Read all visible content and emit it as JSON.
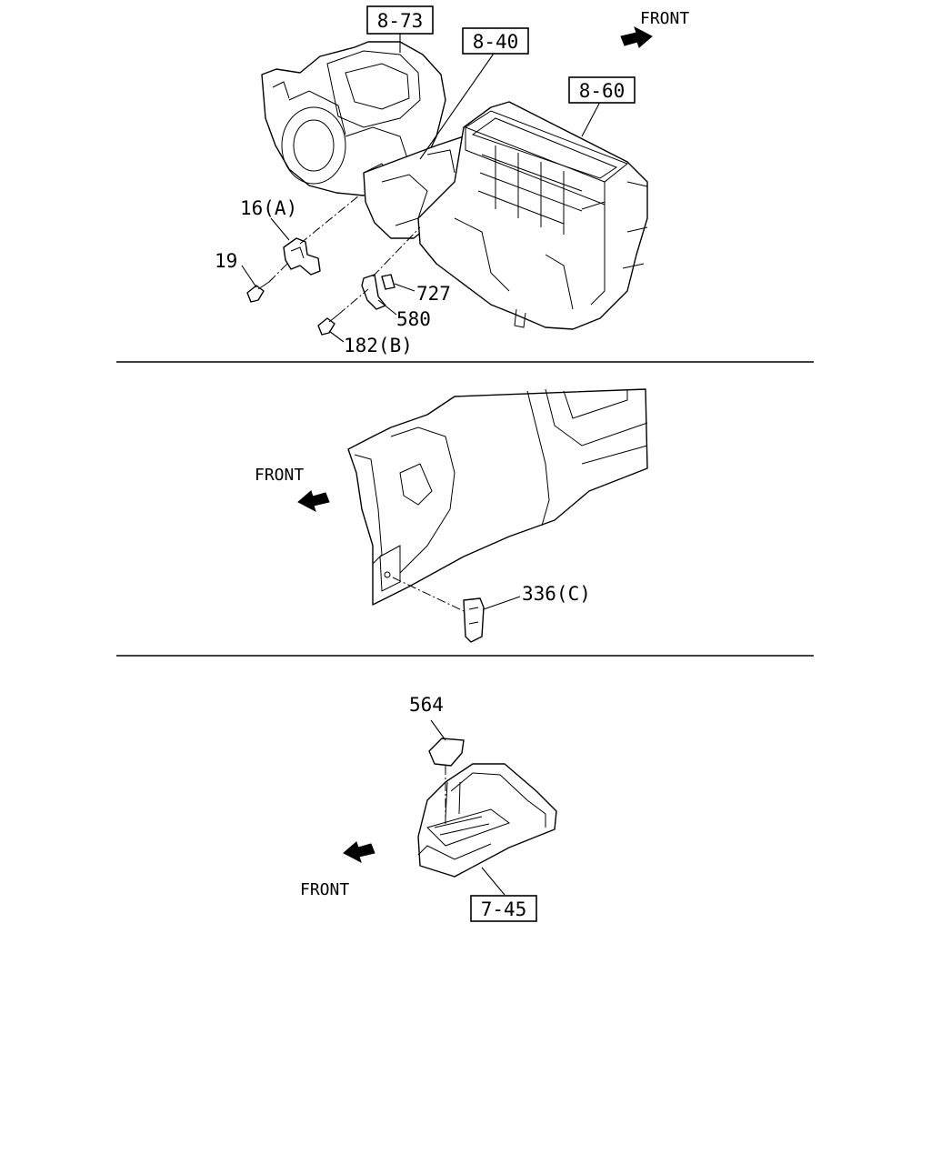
{
  "section_top": {
    "refs": {
      "ref_8_73": "8-73",
      "ref_8_40": "8-40",
      "ref_8_60": "8-60"
    },
    "front_label": "FRONT",
    "parts": {
      "p16a": "16(A)",
      "p19": "19",
      "p727": "727",
      "p580": "580",
      "p182b": "182(B)"
    }
  },
  "section_middle": {
    "front_label": "FRONT",
    "parts": {
      "p336c": "336(C)"
    }
  },
  "section_bottom": {
    "front_label": "FRONT",
    "parts": {
      "p564": "564"
    },
    "refs": {
      "ref_7_45": "7-45"
    }
  }
}
